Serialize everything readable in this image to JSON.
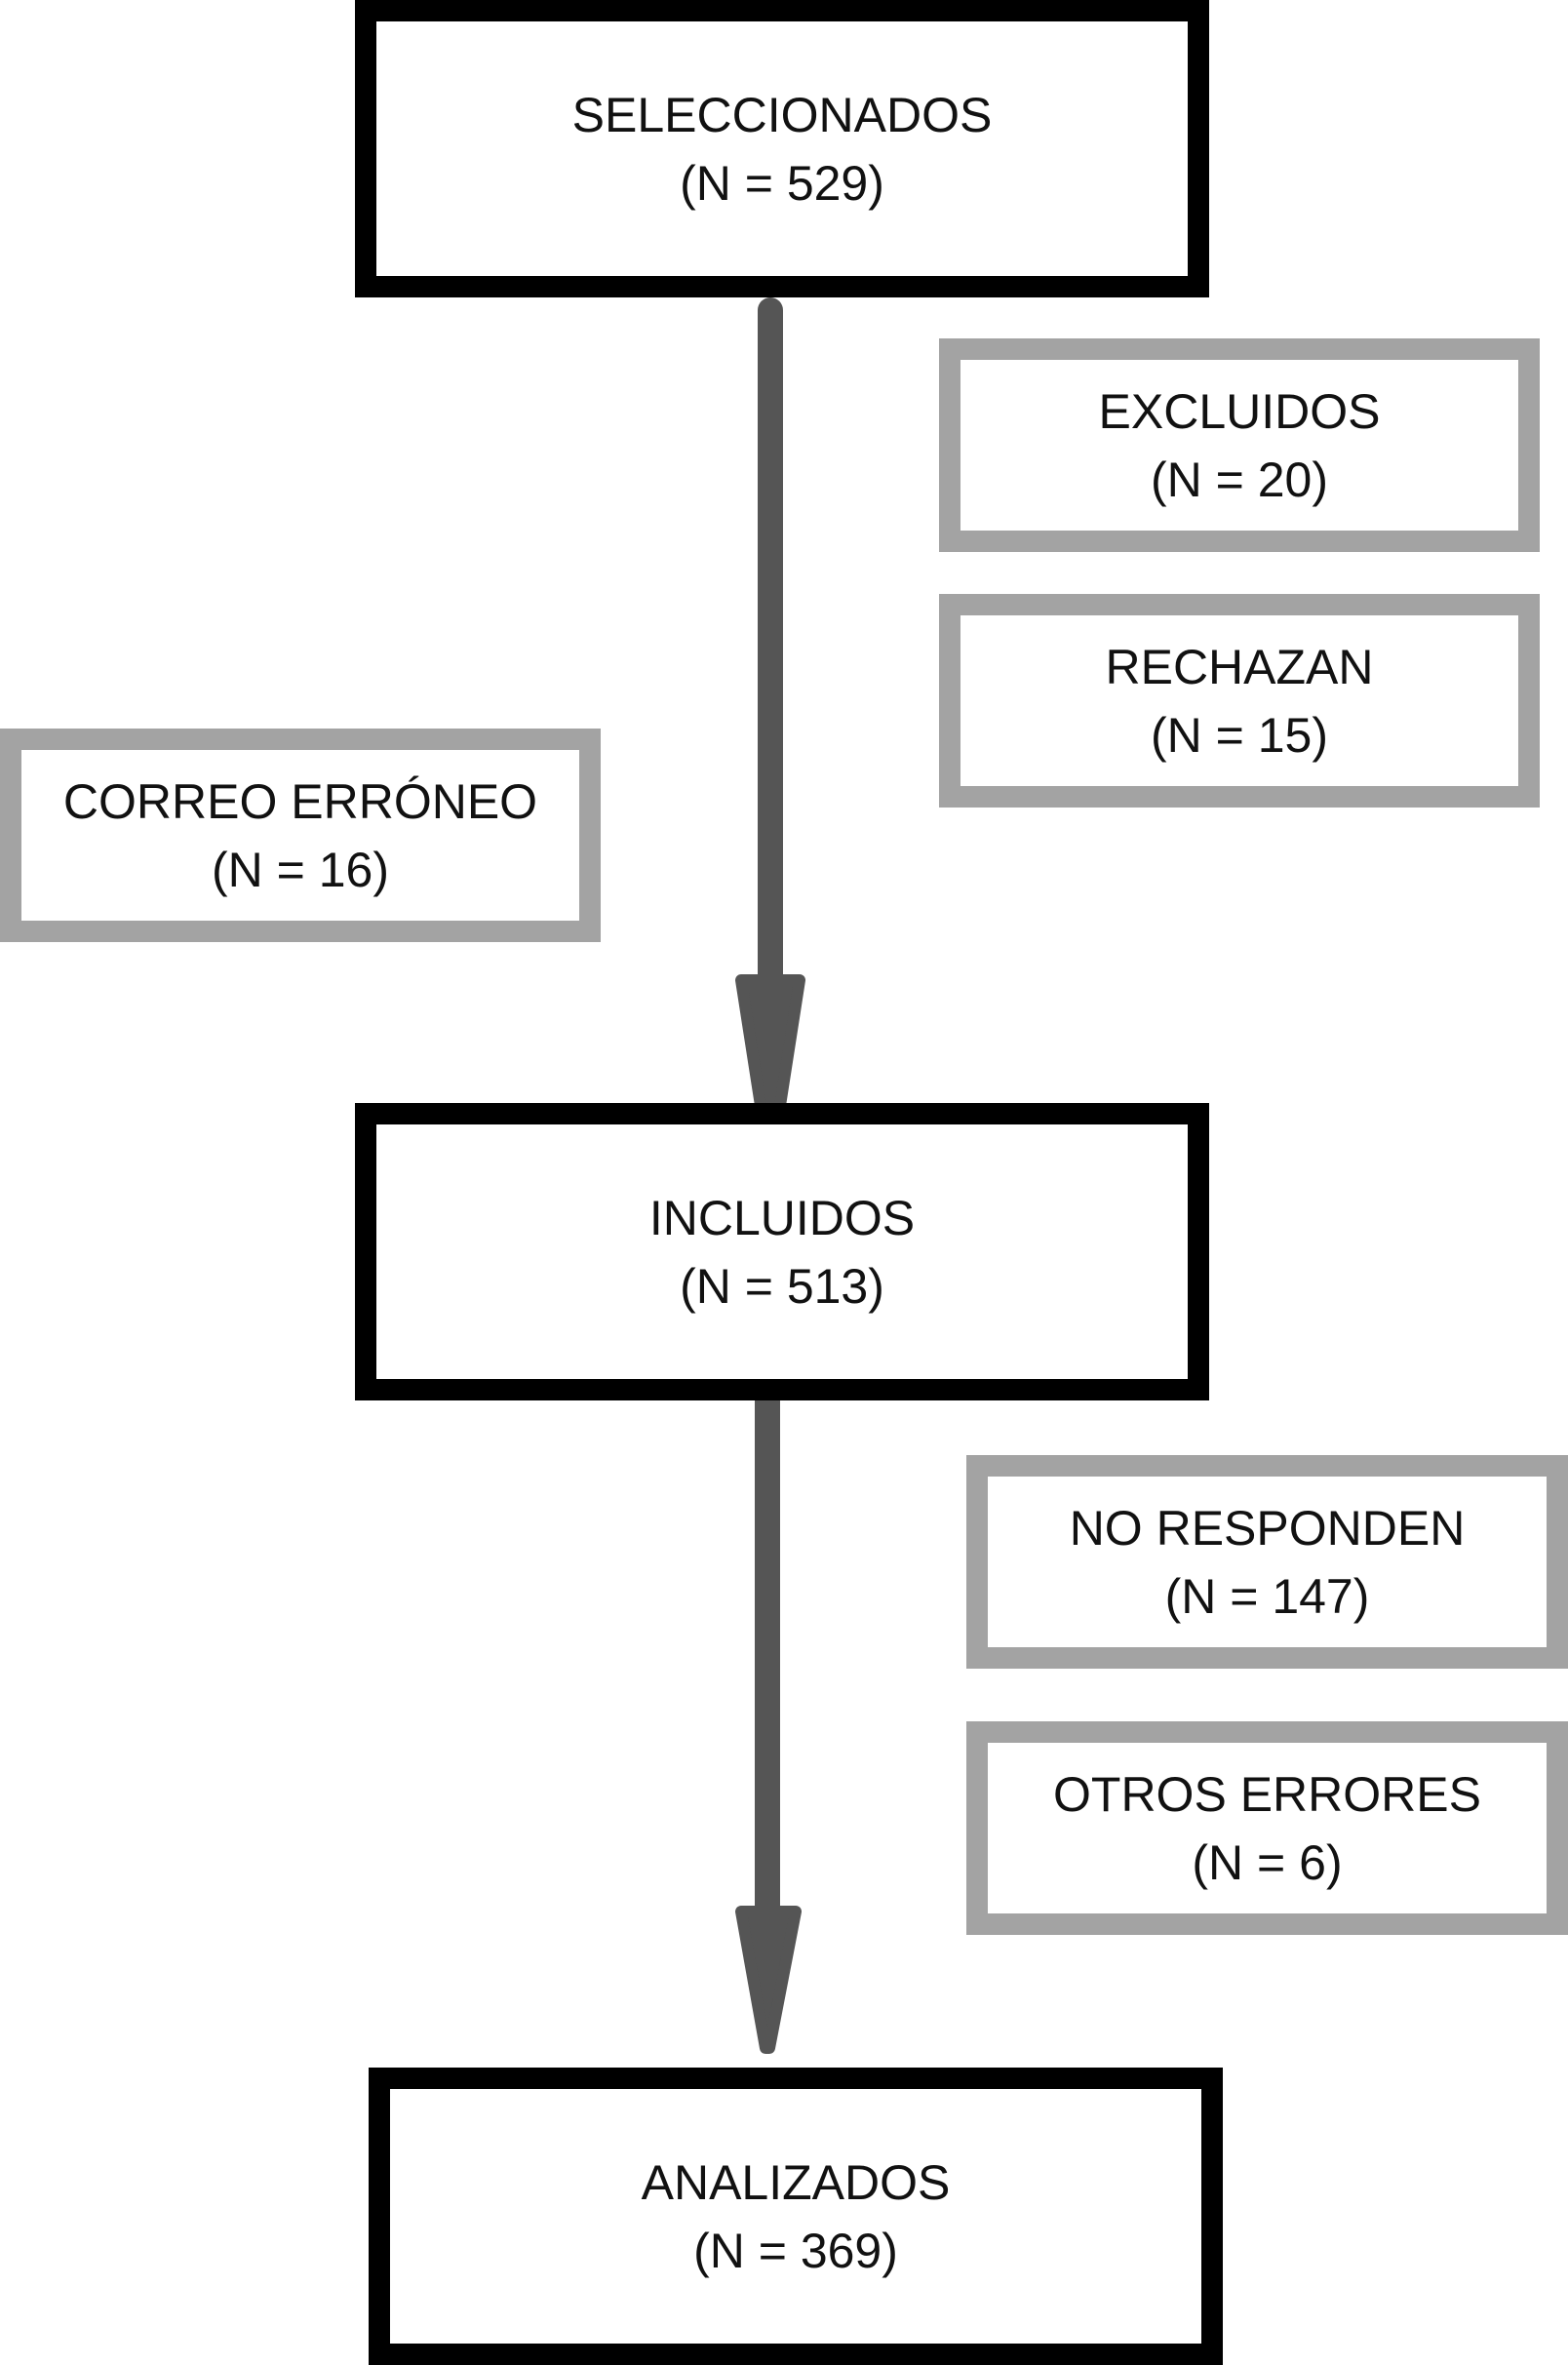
{
  "colors": {
    "main_border": "#000000",
    "side_border": "#a3a3a3",
    "arrow": "#555555"
  },
  "boxes": {
    "seleccionados": {
      "label": "SELECCIONADOS",
      "count": "(N = 529)"
    },
    "excluidos": {
      "label": "EXCLUIDOS",
      "count": "(N = 20)"
    },
    "rechazan": {
      "label": "RECHAZAN",
      "count": "(N = 15)"
    },
    "correo": {
      "label": "CORREO ERRÓNEO",
      "count": "(N = 16)"
    },
    "incluidos": {
      "label": "INCLUIDOS",
      "count": "(N = 513)"
    },
    "no_responden": {
      "label": "NO RESPONDEN",
      "count": "(N = 147)"
    },
    "otros_errores": {
      "label": "OTROS ERRORES",
      "count": "(N = 6)"
    },
    "analizados": {
      "label": "ANALIZADOS",
      "count": "(N = 369)"
    }
  }
}
